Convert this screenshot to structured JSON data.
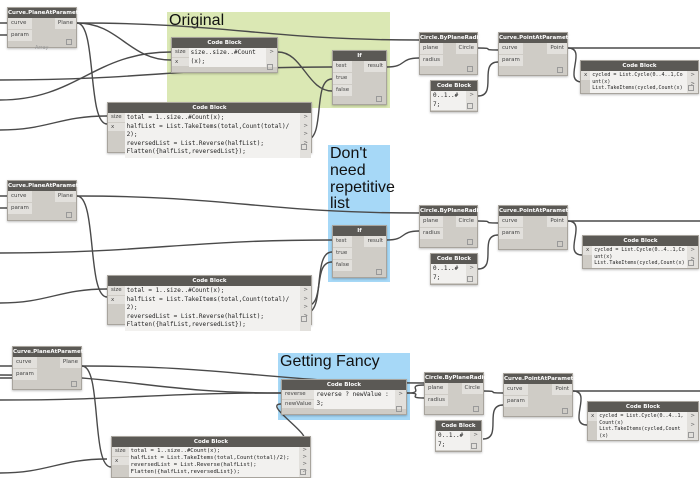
{
  "groups": {
    "original": "Original",
    "no_repeat": "Don't need repetitive list",
    "fancy": "Getting Fancy"
  },
  "hint_array": "Array",
  "nodes": {
    "plane": {
      "title": "Curve.PlaneAtParameter",
      "inputs": [
        "curve",
        "param"
      ],
      "outputs": [
        "Plane"
      ]
    },
    "if": {
      "title": "If",
      "inputs": [
        "test",
        "true",
        "false"
      ],
      "outputs": [
        "result"
      ]
    },
    "circle": {
      "title": "Circle.ByPlaneRadius",
      "inputs": [
        "plane",
        "radius"
      ],
      "outputs": [
        "Circle"
      ]
    },
    "point": {
      "title": "Curve.PointAtParameter",
      "inputs": [
        "curve",
        "param"
      ],
      "outputs": [
        "Point"
      ]
    },
    "code_title": "Code Block",
    "cb_size": {
      "inputs": [
        "size",
        "x"
      ],
      "lines": [
        "size..size..#Count(x);"
      ]
    },
    "cb_half_orig": {
      "inputs": [
        "size",
        "x"
      ],
      "lines": [
        "total = 1..size..#Count(x);",
        "halfList = List.TakeItems(total,Count(total)/2);",
        "reversedList = List.Reverse(halfList);",
        "Flatten({halfList,reversedList});"
      ]
    },
    "cb_range": {
      "inputs": [],
      "lines": [
        "0..1..#7;"
      ]
    },
    "cb_cycled": {
      "inputs": [
        "x"
      ],
      "lines": [
        "cycled = List.Cycle(0..4..1,Count(x)",
        "List.TakeItems(cycled,Count(x)"
      ]
    },
    "cb_reverse": {
      "inputs": [
        "reverse",
        "newValue"
      ],
      "lines": [
        "reverse ? newValue : 3;"
      ]
    },
    "caret": ">"
  },
  "colors": {
    "group_green": "#dbe8b4",
    "group_blue": "#a6d8f7",
    "node_header": "#5b5955",
    "node_body": "#cfccc6",
    "wire": "#4a4a4a"
  }
}
